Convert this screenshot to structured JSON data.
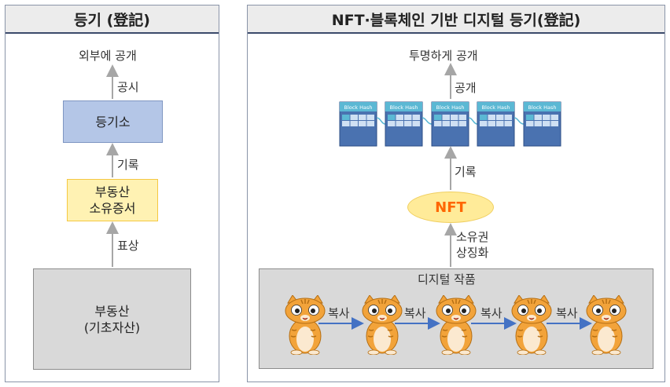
{
  "left": {
    "title": "등기 (登記)",
    "top_text": "외부에 공개",
    "arrow_disclose": "공시",
    "registry": "등기소",
    "arrow_record": "기록",
    "certificate_line1": "부동산",
    "certificate_line2": "소유증서",
    "arrow_represent": "표상",
    "asset_line1": "부동산",
    "asset_line2": "(기초자산)"
  },
  "right": {
    "title": "NFT·블록체인 기반 디지털 등기(登記)",
    "top_text": "투명하게 공개",
    "arrow_disclose": "공개",
    "block_label": "Block Hash",
    "arrow_record": "기록",
    "nft": "NFT",
    "arrow_symbol_line1": "소유권",
    "arrow_symbol_line2": "상징화",
    "works_title": "디지털 작품",
    "copy_label": "복사"
  },
  "colors": {
    "panel_border": "#3b4a6b",
    "registry_fill": "#b4c6e7",
    "certificate_fill": "#fff2b3",
    "certificate_border": "#f5c842",
    "asset_fill": "#d9d9d9",
    "nft_fill": "#ffeb99",
    "nft_text": "#ff6600",
    "block_fill": "#4a72b0",
    "block_head": "#5bb8d4",
    "copy_arrow": "#4472c4"
  }
}
